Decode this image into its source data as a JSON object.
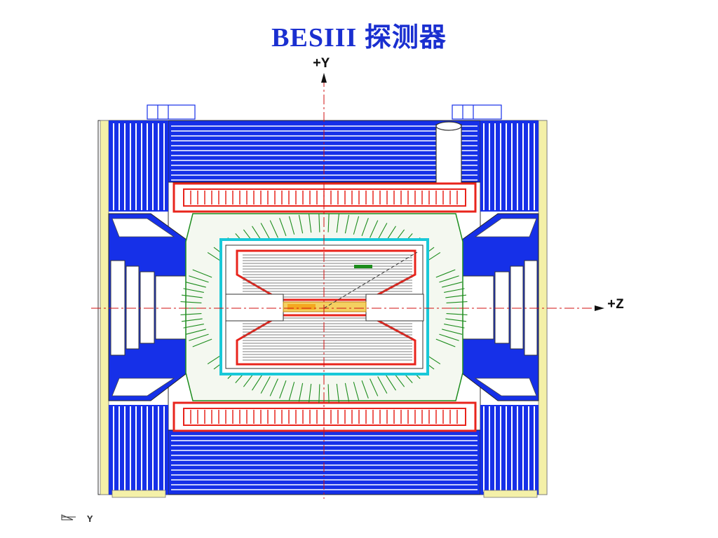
{
  "title": "BESIII 探测器",
  "axes": {
    "y_label": "+Y",
    "z_label": "+Z",
    "corner_label": "Y"
  },
  "colors": {
    "title": "#1a2fd0",
    "muon_blue": "#1630e8",
    "yoke_yellow": "#f4f0a8",
    "coil_red": "#e8241c",
    "emc_green": "#1c8c1c",
    "tof_cyan": "#18c8d8",
    "beam_orange": "#f4a820",
    "axis_red": "#d01010",
    "outline": "#333333"
  }
}
